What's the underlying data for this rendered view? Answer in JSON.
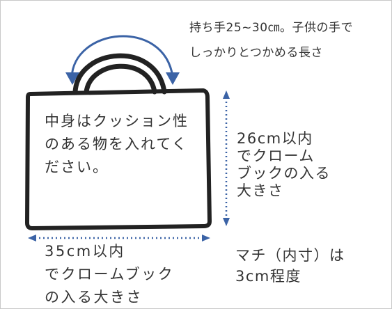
{
  "notes": {
    "handle": {
      "line1": "持ち手25~30㎝。子供の手で",
      "line2": "しっかりとつかめる長さ"
    },
    "content": {
      "line1": "中身はクッション性",
      "line2": "のある物を入れてく",
      "line3": "ださい。"
    },
    "height": {
      "line1": "26cm以内",
      "line2": "でクローム",
      "line3": "ブックの入る",
      "line4": "大きさ"
    },
    "width": {
      "line1": "35cm以内",
      "line2": "でクロームブック",
      "line3": "の入る大きさ"
    },
    "gusset": {
      "line1": "マチ（内寸）は",
      "line2": "3cm程度"
    }
  },
  "colors": {
    "bag_outline": "#222222",
    "arrow": "#3b63a6",
    "text": "#333333"
  }
}
